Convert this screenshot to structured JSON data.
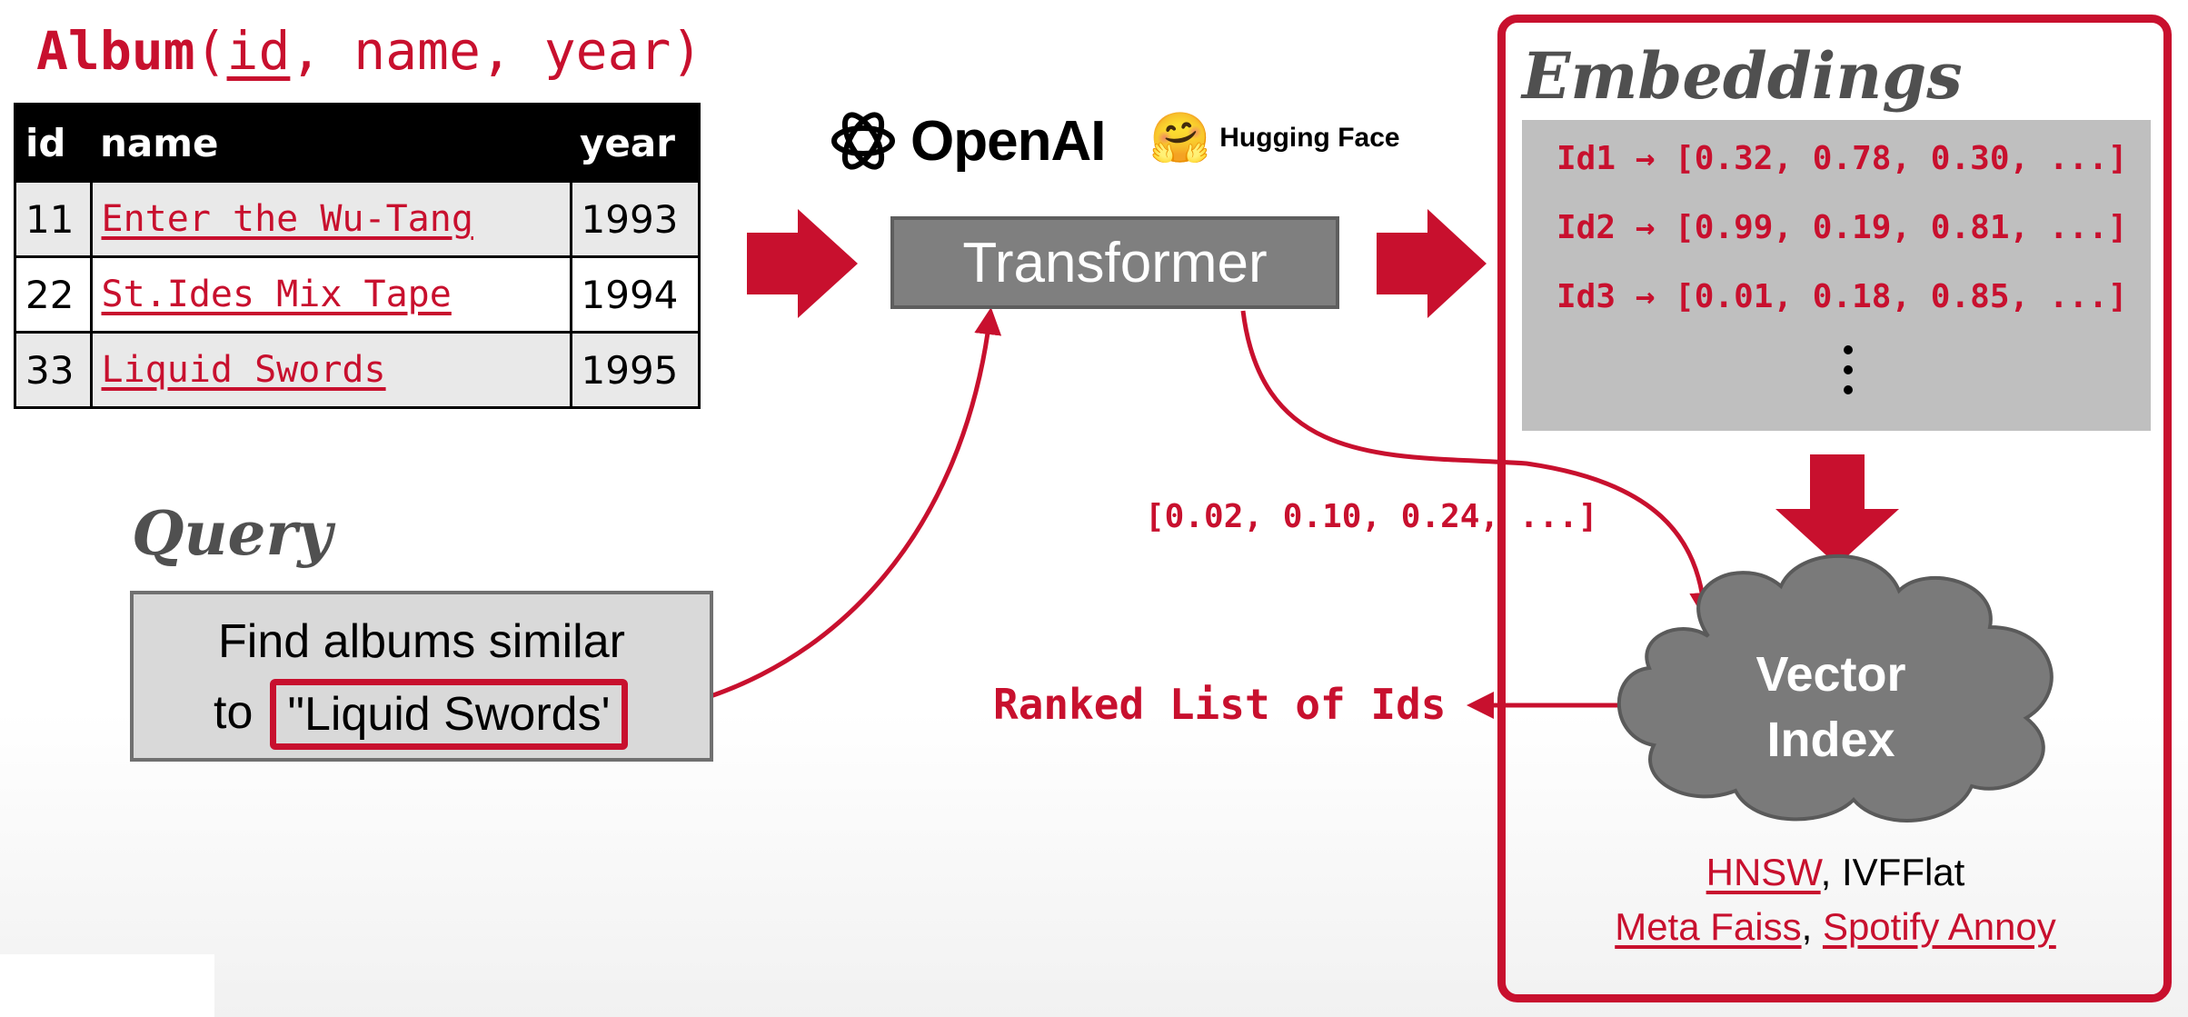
{
  "schema": {
    "table_name": "Album",
    "open_paren": "(",
    "key_col": "id",
    "rest_cols": ", name, year)"
  },
  "table": {
    "headers": [
      "id",
      "name",
      "year"
    ],
    "rows": [
      {
        "id": "11",
        "name": "Enter the Wu-Tang",
        "year": "1993"
      },
      {
        "id": "22",
        "name": "St.Ides Mix Tape",
        "year": "1994"
      },
      {
        "id": "33",
        "name": "Liquid Swords",
        "year": "1995"
      }
    ]
  },
  "logos": {
    "openai": "OpenAI",
    "huggingface": "Hugging Face",
    "huggingface_emoji": "🤗"
  },
  "transformer_label": "Transformer",
  "embeddings": {
    "title": "Embeddings",
    "rows": [
      "Id1 → [0.32, 0.78, 0.30, ...]",
      "Id2 → [0.99, 0.19, 0.81, ...]",
      "Id3 → [0.01, 0.18, 0.85, ...]"
    ]
  },
  "query": {
    "title": "Query",
    "line1": "Find albums similar",
    "prefix": "to",
    "highlight": "\"Liquid Swords'"
  },
  "query_vector": "[0.02, 0.10, 0.24, ...]",
  "ranked_list": "Ranked List of Ids",
  "vector_index": {
    "line1": "Vector",
    "line2": "Index"
  },
  "libs": {
    "hnsw": "HNSW",
    "sep1": ", ",
    "ivfflat": "IVFFlat",
    "meta": "Meta Faiss",
    "sep2": ", ",
    "spotify": "Spotify Annoy"
  },
  "colors": {
    "accent": "#c8102e",
    "transformer_fill": "#7f7f7f",
    "embedding_panel": "#bfbfbf",
    "cloud_fill": "#7a7a7a"
  }
}
